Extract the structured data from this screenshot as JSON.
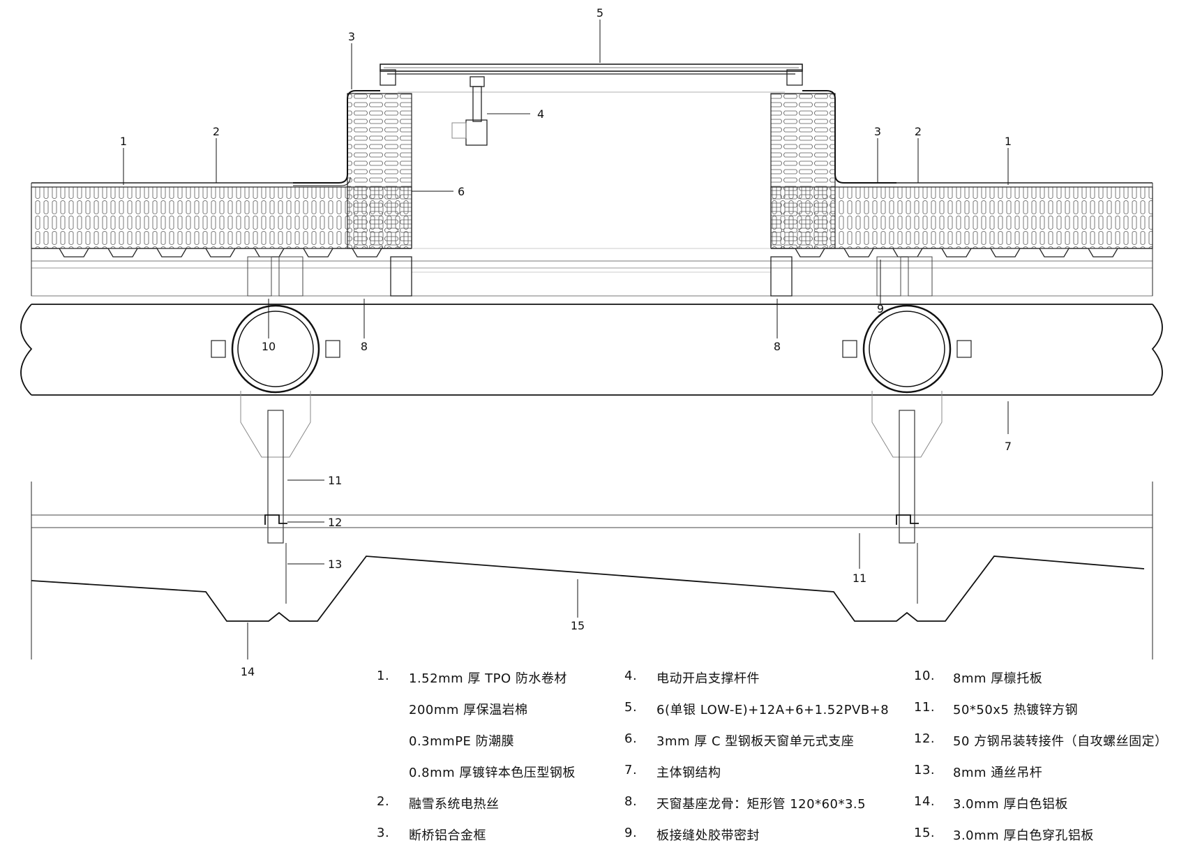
{
  "callouts": {
    "c1_left": "1",
    "c2_left": "2",
    "c3_left": "3",
    "c4": "4",
    "c5": "5",
    "c6": "6",
    "c1_right": "1",
    "c2_right": "2",
    "c3_right": "3",
    "c7": "7",
    "c8_left": "8",
    "c8_right": "8",
    "c9": "9",
    "c10": "10",
    "c11_left": "11",
    "c11_right": "11",
    "c12": "12",
    "c13": "13",
    "c14": "14",
    "c15": "15"
  },
  "legend": {
    "col1": [
      {
        "num": "1.",
        "text": "1.52mm 厚 TPO 防水卷材"
      },
      {
        "num": "",
        "text": "200mm 厚保温岩棉"
      },
      {
        "num": "",
        "text": "0.3mmPE 防潮膜"
      },
      {
        "num": "",
        "text": "0.8mm 厚镀锌本色压型钢板"
      },
      {
        "num": "2.",
        "text": "融雪系统电热丝"
      },
      {
        "num": "3.",
        "text": "断桥铝合金框"
      }
    ],
    "col2": [
      {
        "num": "4.",
        "text": "电动开启支撑杆件"
      },
      {
        "num": "5.",
        "text": "6(单银 LOW-E)+12A+6+1.52PVB+8"
      },
      {
        "num": "6.",
        "text": "3mm 厚 C 型钢板天窗单元式支座"
      },
      {
        "num": "7.",
        "text": "主体钢结构"
      },
      {
        "num": "8.",
        "text": "天窗基座龙骨：矩形管 120*60*3.5"
      },
      {
        "num": "9.",
        "text": "板接缝处胶带密封"
      }
    ],
    "col3": [
      {
        "num": "10.",
        "text": "8mm 厚檩托板"
      },
      {
        "num": "11.",
        "text": "50*50x5 热镀锌方钢"
      },
      {
        "num": "12.",
        "text": "50 方钢吊装转接件（自攻螺丝固定）"
      },
      {
        "num": "13.",
        "text": "8mm 通丝吊杆"
      },
      {
        "num": "14.",
        "text": "3.0mm 厚白色铝板"
      },
      {
        "num": "15.",
        "text": "3.0mm 厚白色穿孔铝板"
      }
    ]
  }
}
